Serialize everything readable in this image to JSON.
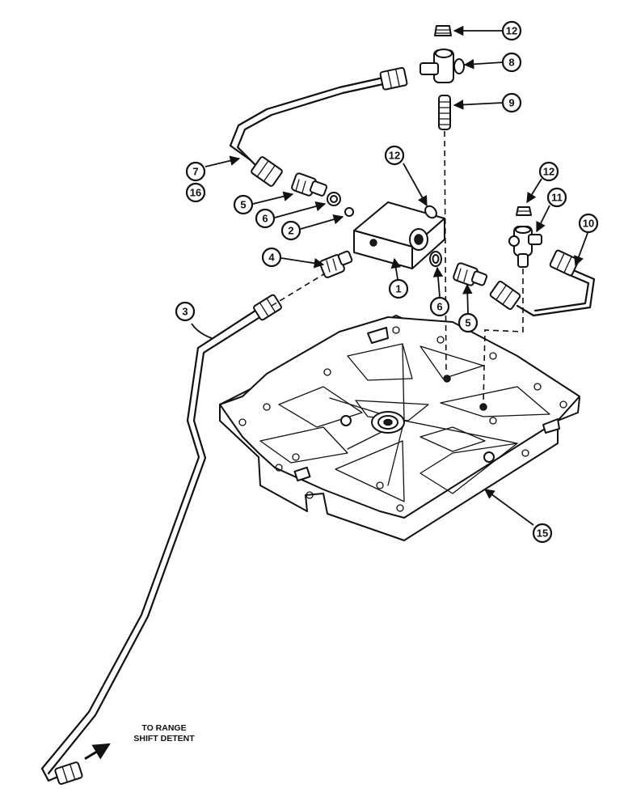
{
  "callouts": {
    "c1": "1",
    "c2": "2",
    "c3": "3",
    "c4": "4",
    "c5a": "5",
    "c5b": "5",
    "c6a": "6",
    "c6b": "6",
    "c7": "7",
    "c16": "16",
    "c8": "8",
    "c9": "9",
    "c10": "10",
    "c11": "11",
    "c12a": "12",
    "c12b": "12",
    "c12c": "12",
    "c15": "15"
  },
  "note": {
    "line1": "TO RANGE",
    "line2": "SHIFT DETENT"
  }
}
